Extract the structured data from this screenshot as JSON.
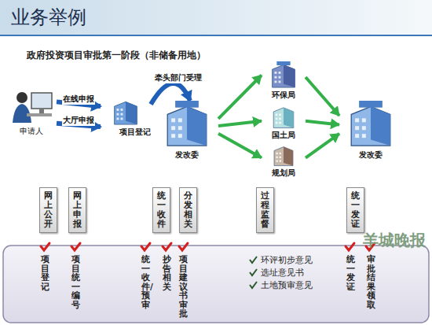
{
  "diagram": {
    "title": "业务举例",
    "nodes": [
      {
        "text": [
          "申请人"
        ]
      },
      {
        "text": [
          "项目登记"
        ]
      },
      {
        "text": [
          "发改委"
        ]
      },
      {
        "text": [
          "环保局"
        ]
      },
      {
        "text": [
          "国土局"
        ]
      },
      {
        "text": [
          "规划局"
        ]
      },
      {
        "text": [
          "发改委"
        ]
      },
      {
        "text": [
          "网上公开"
        ]
      },
      {
        "text": [
          "网上申报"
        ]
      },
      {
        "text": [
          "统一收件"
        ]
      },
      {
        "text": [
          "分发相关"
        ]
      },
      {
        "text": [
          "过程监督"
        ]
      },
      {
        "text": [
          "统一发证"
        ]
      }
    ],
    "edges": [
      {
        "from": 0,
        "to": 1,
        "label": "在线申报",
        "arrow": "to"
      },
      {
        "from": 0,
        "to": 1,
        "label": "大厅申报",
        "arrow": "to"
      },
      {
        "from": 1,
        "to": 2,
        "label": "牵头部门受理",
        "arrow": "to"
      },
      {
        "from": 2,
        "to": 3,
        "arrow": "to"
      },
      {
        "from": 2,
        "to": 4,
        "arrow": "to"
      },
      {
        "from": 2,
        "to": 5,
        "arrow": "to"
      },
      {
        "from": 3,
        "to": 6,
        "arrow": "to"
      },
      {
        "from": 4,
        "to": 6,
        "arrow": "to"
      },
      {
        "from": 5,
        "to": 6,
        "arrow": "to"
      }
    ],
    "labels": [
      "政府投资项目审批第一阶段（非储备用地）",
      "项目登记",
      "项目统一编号",
      "统一收件/预审",
      "抄告相关",
      "项目建议书审批",
      "环评初步意见",
      "选址意见书",
      "土地预审意见",
      "统一发证",
      "审批结果领取",
      "羊城晚报"
    ]
  }
}
